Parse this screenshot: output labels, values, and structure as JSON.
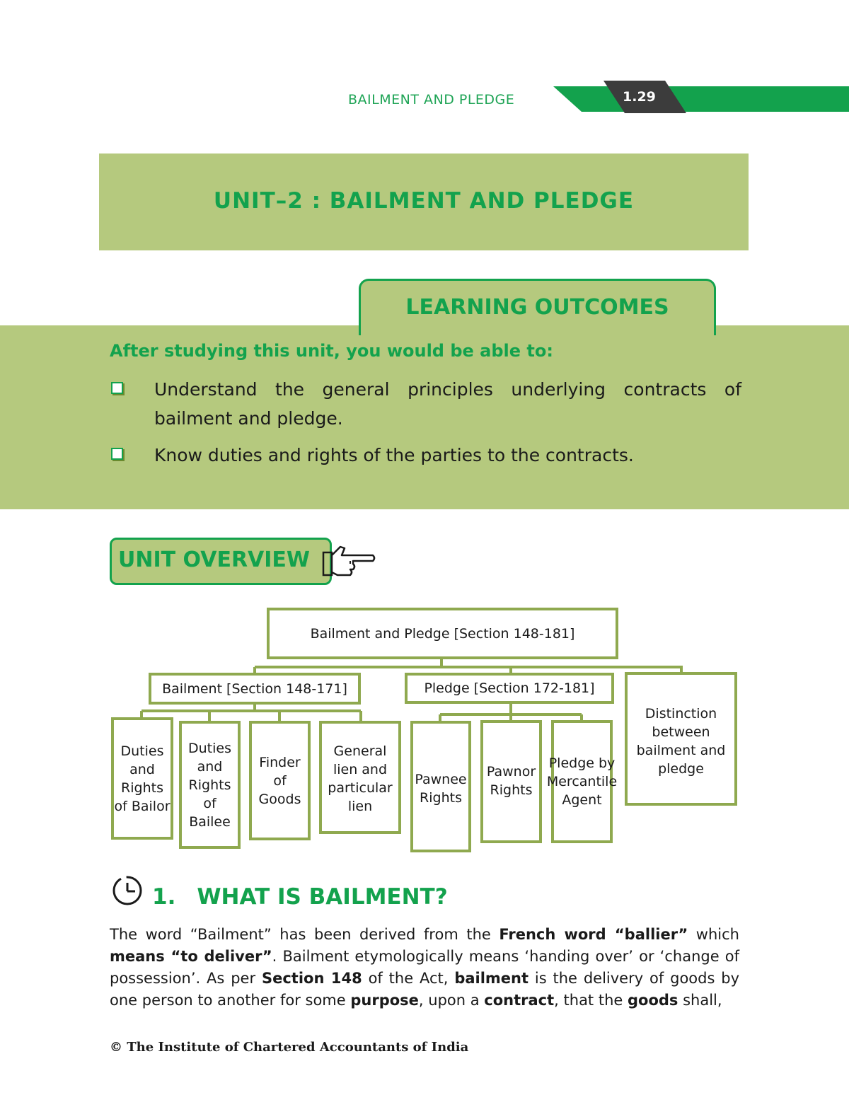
{
  "header": {
    "running_title": "BAILMENT AND PLEDGE",
    "page_number": "1.29"
  },
  "unit": {
    "title": "UNIT–2 : BAILMENT AND PLEDGE"
  },
  "learning_outcomes": {
    "label": "LEARNING OUTCOMES",
    "intro": "After studying this unit, you would be able to:",
    "items": [
      "Understand the general principles underlying contracts of bailment and pledge.",
      "Know duties and rights of the parties to the contracts."
    ]
  },
  "overview": {
    "label": "UNIT OVERVIEW",
    "icon": "pointing-hand-icon"
  },
  "diagram": {
    "root": "Bailment and Pledge [Section 148-181]",
    "bailment": "Bailment [Section 148-171]",
    "pledge": "Pledge [Section 172-181]",
    "distinction": "Distinction between bailment and pledge",
    "bailment_children": [
      "Duties and Rights of Bailor",
      "Duties and Rights of Bailee",
      "Finder of Goods",
      "General lien and particular lien"
    ],
    "pledge_children": [
      "Pawnee Rights",
      "Pawnor Rights",
      "Pledge by Mercantile Agent"
    ]
  },
  "section1": {
    "number": "1.",
    "title": "WHAT IS BAILMENT?",
    "paragraph": [
      {
        "t": "The word “Bailment” has been derived from the ",
        "b": false
      },
      {
        "t": "French word “ballier”",
        "b": true
      },
      {
        "t": " which ",
        "b": false
      },
      {
        "t": "means “to deliver”",
        "b": true
      },
      {
        "t": ". Bailment etymologically means ‘handing over’ or ‘change of possession’. As per ",
        "b": false
      },
      {
        "t": "Section 148",
        "b": true
      },
      {
        "t": " of the Act, ",
        "b": false
      },
      {
        "t": "bailment",
        "b": true
      },
      {
        "t": " is the delivery of goods by one person to another for some ",
        "b": false
      },
      {
        "t": "purpose",
        "b": true
      },
      {
        "t": ", upon a ",
        "b": false
      },
      {
        "t": "contract",
        "b": true
      },
      {
        "t": ", that the ",
        "b": false
      },
      {
        "t": "goods",
        "b": true
      },
      {
        "t": " shall,",
        "b": false
      }
    ]
  },
  "footer": {
    "copyright": "© The Institute of Chartered Accountants of India"
  }
}
